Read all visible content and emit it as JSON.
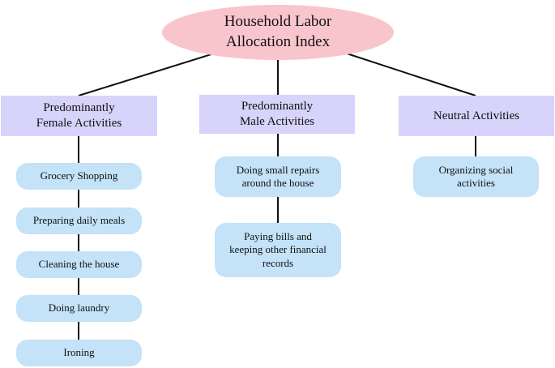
{
  "root": {
    "line1": "Household Labor",
    "line2": "Allocation Index"
  },
  "categories": [
    {
      "line1": "Predominantly",
      "line2": "Female Activities",
      "items": [
        {
          "line1": "Grocery Shopping"
        },
        {
          "line1": "Preparing daily meals"
        },
        {
          "line1": "Cleaning the house"
        },
        {
          "line1": "Doing laundry"
        },
        {
          "line1": "Ironing"
        }
      ]
    },
    {
      "line1": "Predominantly",
      "line2": "Male Activities",
      "items": [
        {
          "line1": "Doing small repairs",
          "line2": "around the house"
        },
        {
          "line1": "Paying bills and",
          "line2": "keeping other financial",
          "line3": "records"
        }
      ]
    },
    {
      "line1": "Neutral Activities",
      "items": [
        {
          "line1": "Organizing social",
          "line2": "activities"
        }
      ]
    }
  ],
  "colors": {
    "root_fill": "#f9c5cc",
    "category_fill": "#d7d3fb",
    "leaf_fill": "#c4e2f8",
    "connector": "#111111"
  }
}
